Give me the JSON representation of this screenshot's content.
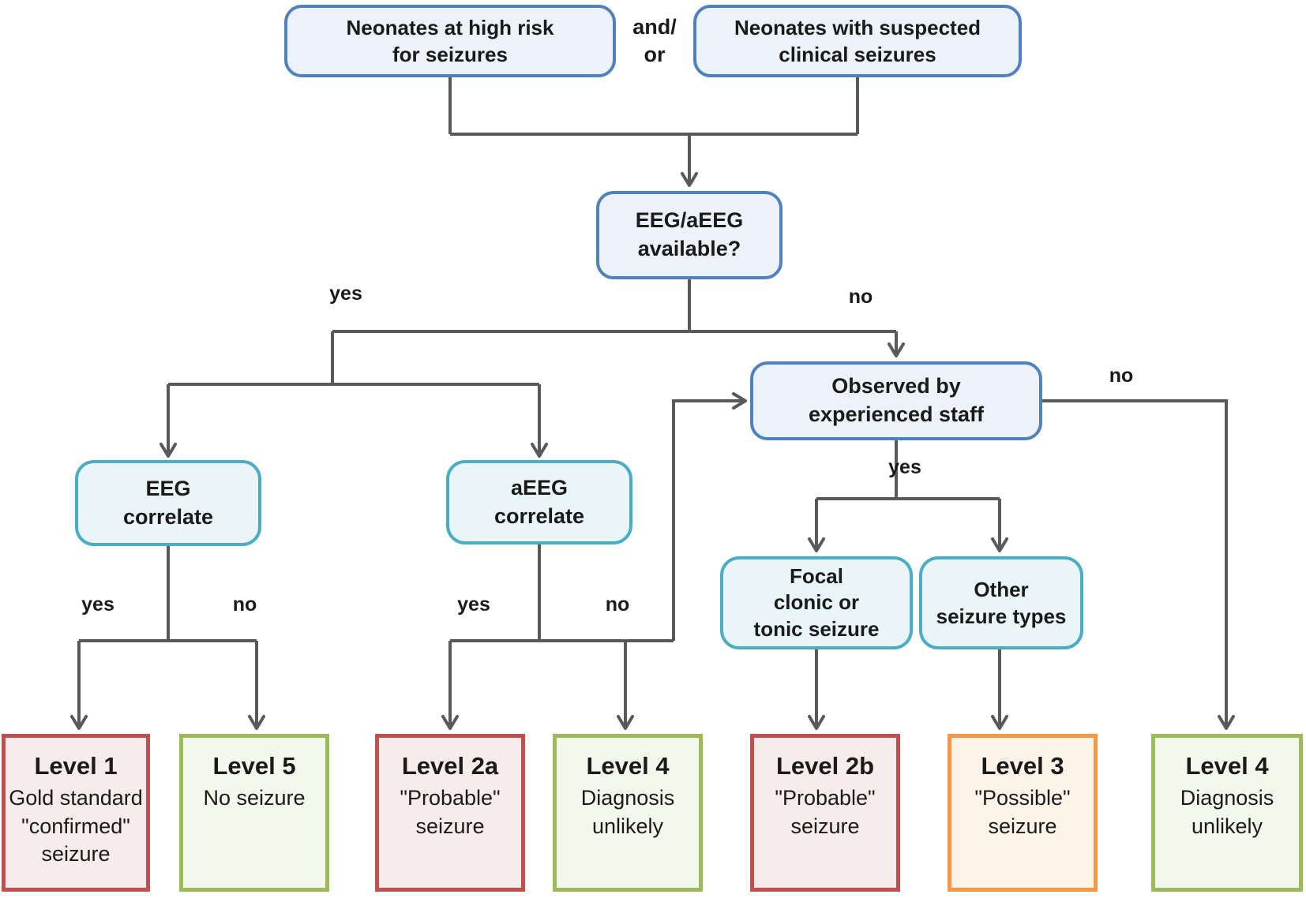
{
  "boxes": {
    "high_risk": {
      "line1": "Neonates at high risk",
      "line2": "for seizures"
    },
    "and_or": {
      "line1": "and/",
      "line2": "or"
    },
    "suspected": {
      "line1": "Neonates with suspected",
      "line2": "clinical seizures"
    },
    "eeg_available": {
      "line1": "EEG/aEEG",
      "line2": "available?"
    },
    "eeg_correlate": {
      "line1": "EEG",
      "line2": "correlate"
    },
    "aeeg_correlate": {
      "line1": "aEEG",
      "line2": "correlate"
    },
    "observed": {
      "line1": "Observed by",
      "line2": "experienced staff"
    },
    "focal": {
      "line1": "Focal",
      "line2": "clonic or",
      "line3": "tonic seizure"
    },
    "other": {
      "line1": "Other",
      "line2": "seizure types"
    }
  },
  "labels": {
    "available_yes": "yes",
    "available_no": "no",
    "eeg_yes": "yes",
    "eeg_no": "no",
    "aeeg_yes": "yes",
    "aeeg_no": "no",
    "observed_yes": "yes",
    "observed_no": "no"
  },
  "outcomes": {
    "level1": {
      "title": "Level 1",
      "line1": "Gold standard",
      "line2": "\"confirmed\"",
      "line3": "seizure"
    },
    "level5": {
      "title": "Level 5",
      "line1": "No seizure"
    },
    "level2a": {
      "title": "Level 2a",
      "line1": "\"Probable\"",
      "line2": "seizure"
    },
    "level4_left": {
      "title": "Level 4",
      "line1": "Diagnosis",
      "line2": "unlikely"
    },
    "level2b": {
      "title": "Level 2b",
      "line1": "\"Probable\"",
      "line2": "seizure"
    },
    "level3": {
      "title": "Level 3",
      "line1": "\"Possible\"",
      "line2": "seizure"
    },
    "level4_right": {
      "title": "Level 4",
      "line1": "Diagnosis",
      "line2": "unlikely"
    }
  },
  "colors": {
    "wire": "#595959",
    "blue_border": "#4f81bd",
    "blue_fill": "#edf1f9",
    "teal_border": "#4bacc6",
    "teal_fill": "#eaf5f8",
    "red_border": "#c0504d",
    "red_fill": "#f7eceb",
    "green_border": "#9bbb59",
    "green_fill": "#f3f7ec",
    "orange_border": "#f79646",
    "orange_fill": "#fdf3e9",
    "text": "#1a1a1a"
  }
}
